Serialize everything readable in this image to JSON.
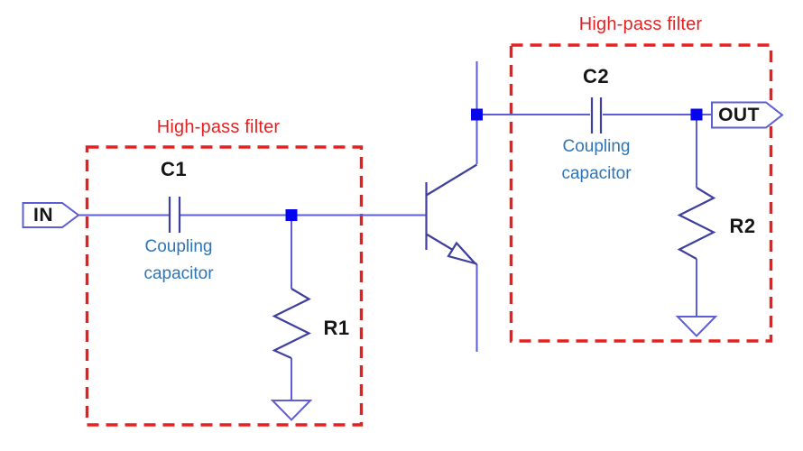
{
  "colors": {
    "wire": "#5d5dd5",
    "component": "#3f3f9e",
    "junction": "#0606ee",
    "red": "#e62020",
    "blue_text": "#2e75b6",
    "black_text": "#161616",
    "background": "#ffffff"
  },
  "left_filter": {
    "label": "High-pass filter",
    "capacitor_ref": "C1",
    "capacitor_note_line1": "Coupling",
    "capacitor_note_line2": "capacitor",
    "resistor_ref": "R1",
    "port_label": "IN"
  },
  "right_filter": {
    "label": "High-pass filter",
    "capacitor_ref": "C2",
    "capacitor_note_line1": "Coupling",
    "capacitor_note_line2": "capacitor",
    "resistor_ref": "R2",
    "port_label": "OUT"
  }
}
